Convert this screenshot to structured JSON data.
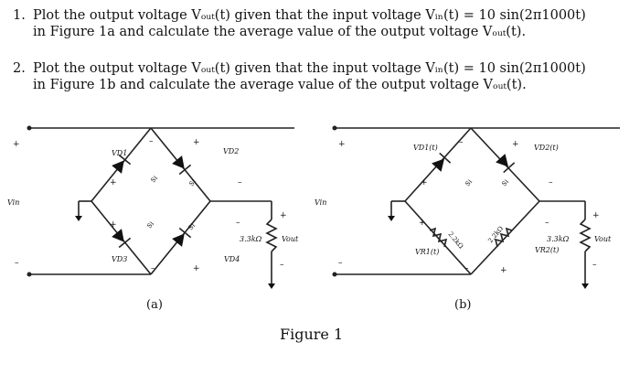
{
  "questions": [
    {
      "num": "1.",
      "line1": "Plot the output voltage Vₒᵤₜ(t) given that the input voltage Vᵢₙ(t) = 10 sin(2π1000t)",
      "line2": "in Figure 1a and calculate the average value of the output voltage Vₒᵤₜ(t)."
    },
    {
      "num": "2.",
      "line1": "Plot the output voltage Vₒᵤₜ(t) given that the input voltage Vᵢₙ(t) = 10 sin(2π1000t)",
      "line2": "in Figure 1b and calculate the average value of the output voltage Vₒᵤₜ(t)."
    }
  ],
  "figure": {
    "caption": "Figure 1",
    "subfig_a": "(a)",
    "subfig_b": "(b)",
    "circuit_a": {
      "vin": "Vin",
      "d1": "VD1",
      "d2": "VD2",
      "d3": "VD3",
      "d4": "VD4",
      "material": "Si",
      "load": "3.3kΩ",
      "vout": "Vout"
    },
    "circuit_b": {
      "vin": "Vin",
      "d1": "VD1(t)",
      "d2": "VD2(t)",
      "r1": "VR1(t)",
      "r2": "VR2(t)",
      "material": "Si",
      "resistor": "2.2kΩ",
      "load": "3.3kΩ",
      "vout": "Vout"
    },
    "plus": "+",
    "minus": "–"
  }
}
